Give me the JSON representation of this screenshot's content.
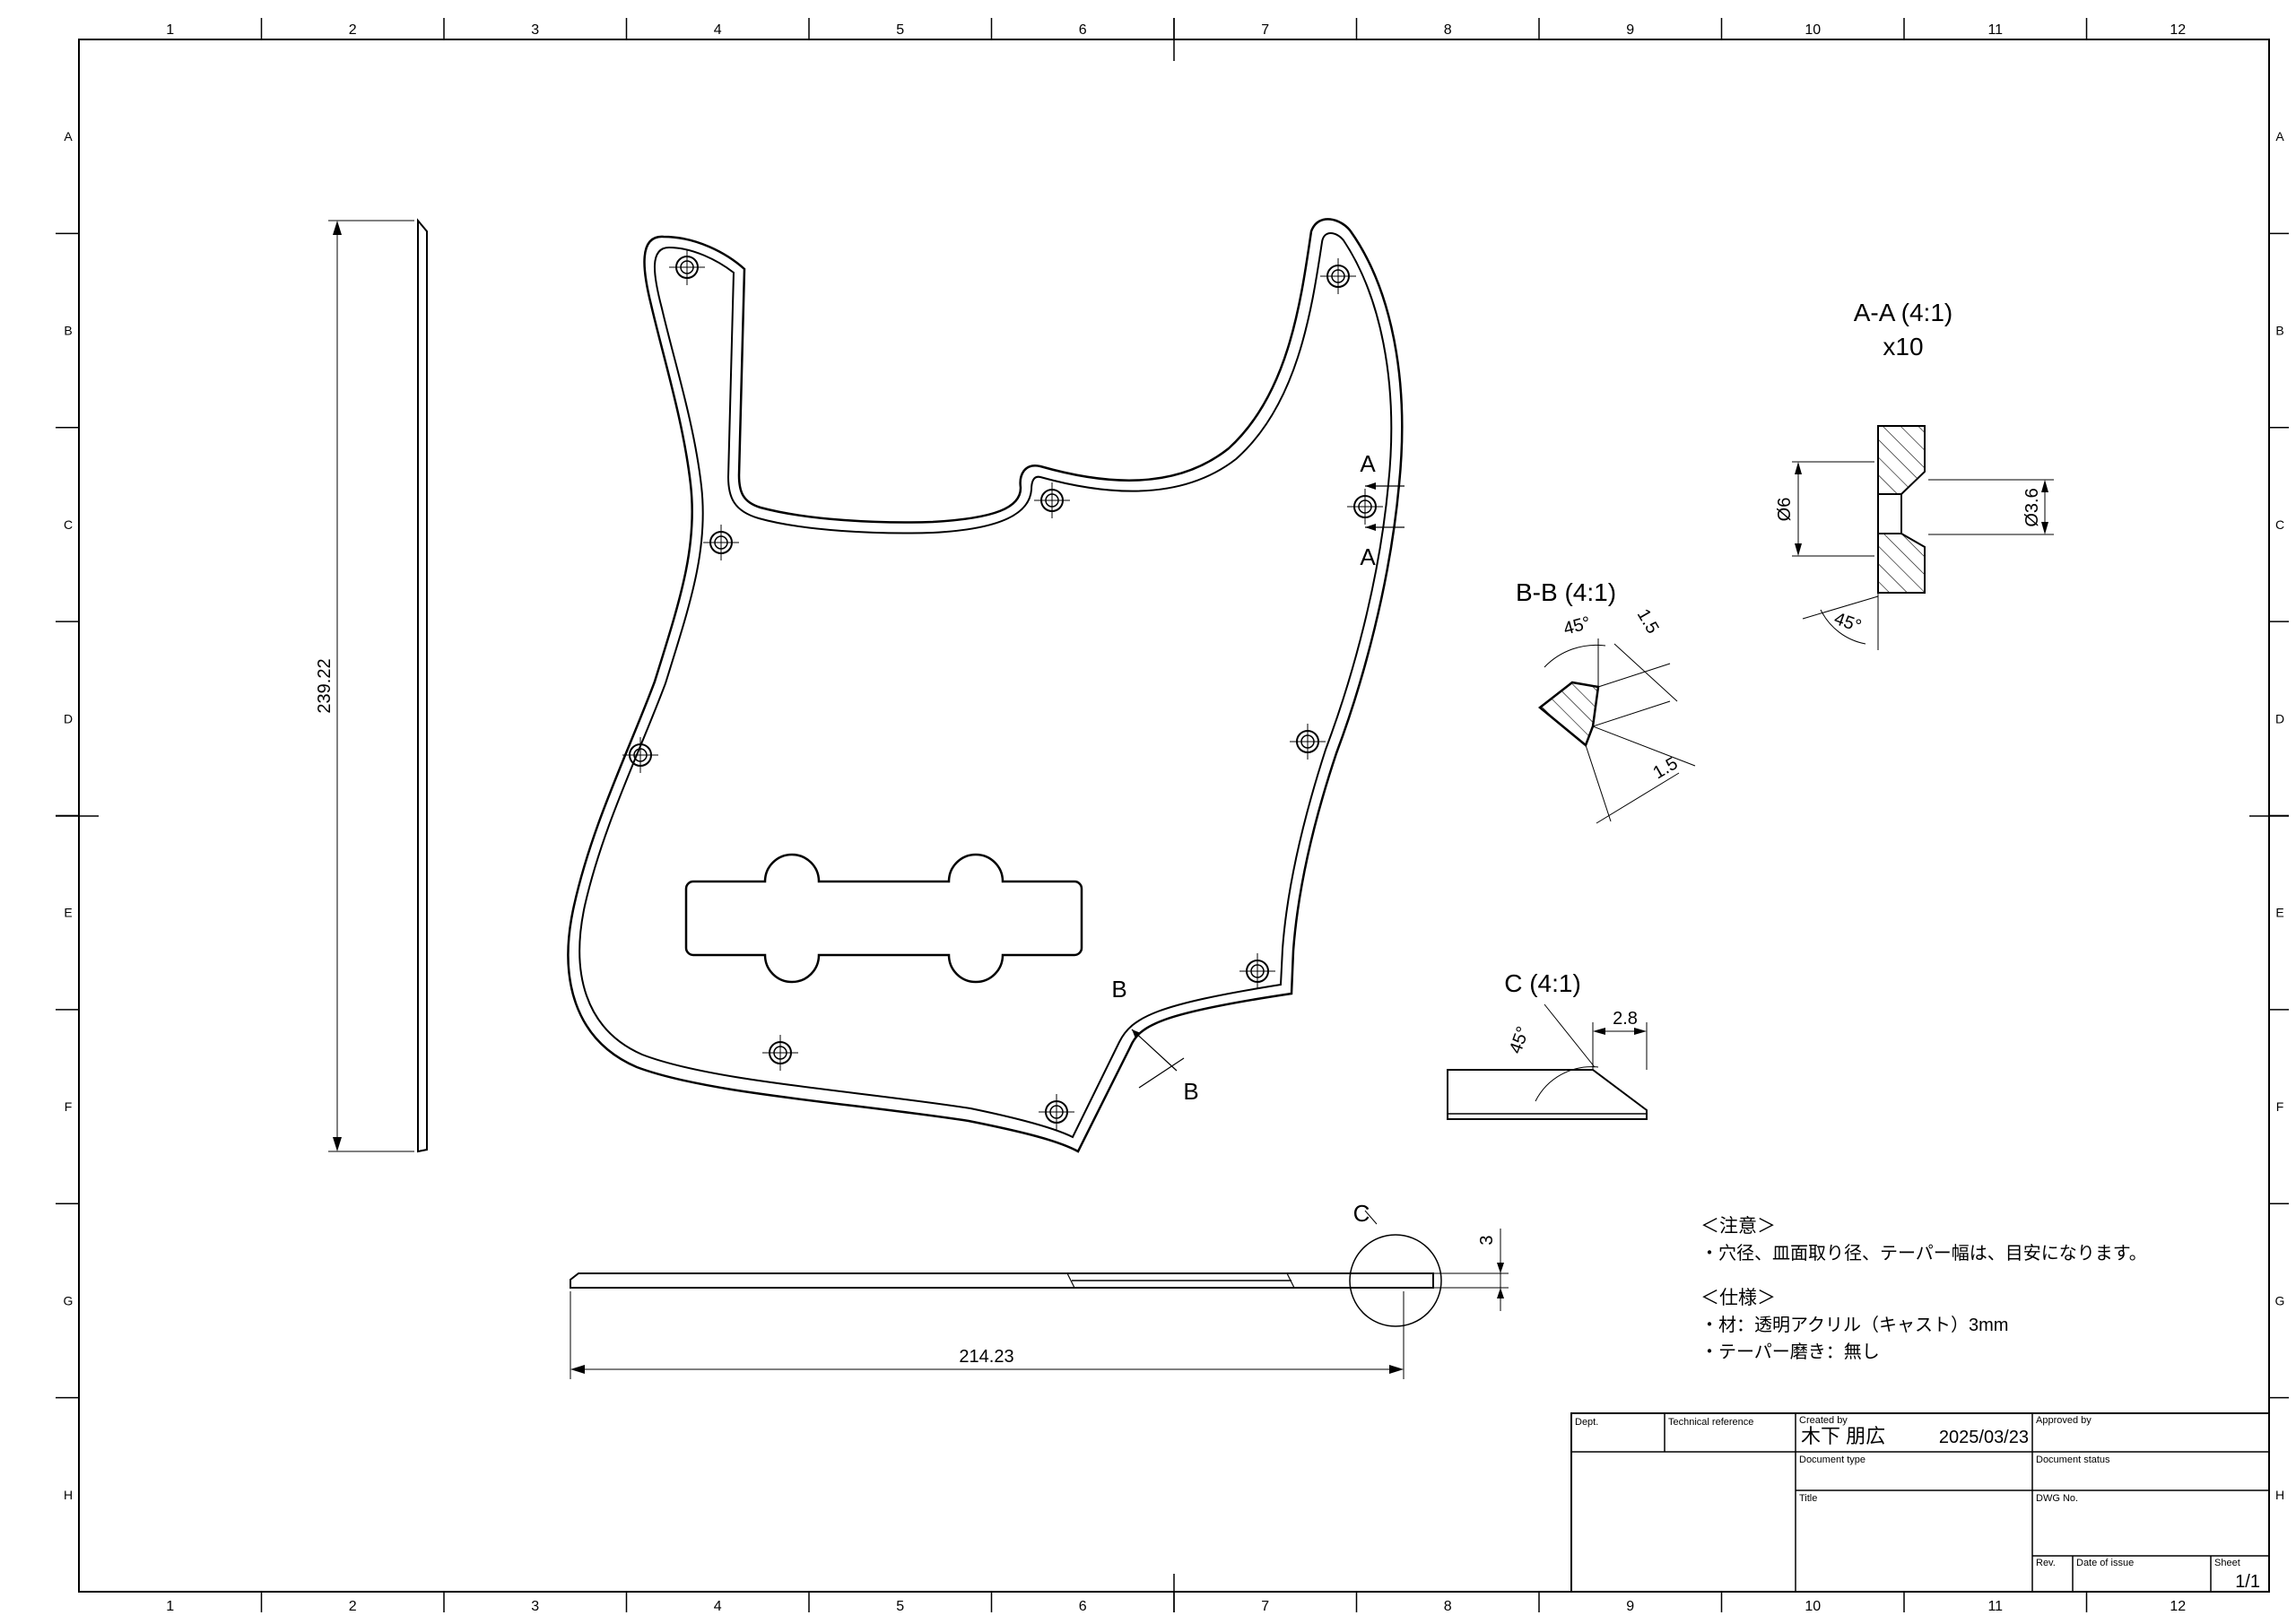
{
  "border": {
    "columns": [
      "1",
      "2",
      "3",
      "4",
      "5",
      "6",
      "7",
      "8",
      "9",
      "10",
      "11",
      "12"
    ],
    "rows": [
      "A",
      "B",
      "C",
      "D",
      "E",
      "F",
      "G",
      "H"
    ]
  },
  "dimensions": {
    "height": "239.22",
    "width": "214.23",
    "thickness": "3"
  },
  "section_aa": {
    "title": "A-A (4:1)",
    "count": "x10",
    "outer_dia": "Ø6",
    "inner_dia": "Ø3.6",
    "angle": "45°"
  },
  "section_bb": {
    "title": "B-B (4:1)",
    "angle": "45°",
    "dim_top": "1.5",
    "dim_bottom": "1.5"
  },
  "detail_c": {
    "title": "C (4:1)",
    "angle": "45°",
    "dim": "2.8"
  },
  "markers": {
    "a_top": "A",
    "a_bottom": "A",
    "b_top": "B",
    "b_bottom": "B",
    "c": "C"
  },
  "notes": {
    "caution_head": "＜注意＞",
    "caution_line": "・穴径、皿面取り径、テーパー幅は、目安になります。",
    "spec_head": "＜仕様＞",
    "spec_material": "・材：透明アクリル（キャスト）3mm",
    "spec_polish": "・テーパー磨き：無し"
  },
  "title_block": {
    "dept_label": "Dept.",
    "tech_ref_label": "Technical reference",
    "created_by_label": "Created by",
    "created_by": "木下 朋広",
    "created_date": "2025/03/23",
    "approved_by_label": "Approved by",
    "doc_type_label": "Document type",
    "doc_status_label": "Document status",
    "title_label": "Title",
    "dwg_no_label": "DWG No.",
    "rev_label": "Rev.",
    "date_issue_label": "Date of issue",
    "sheet_label": "Sheet",
    "sheet": "1/1"
  }
}
